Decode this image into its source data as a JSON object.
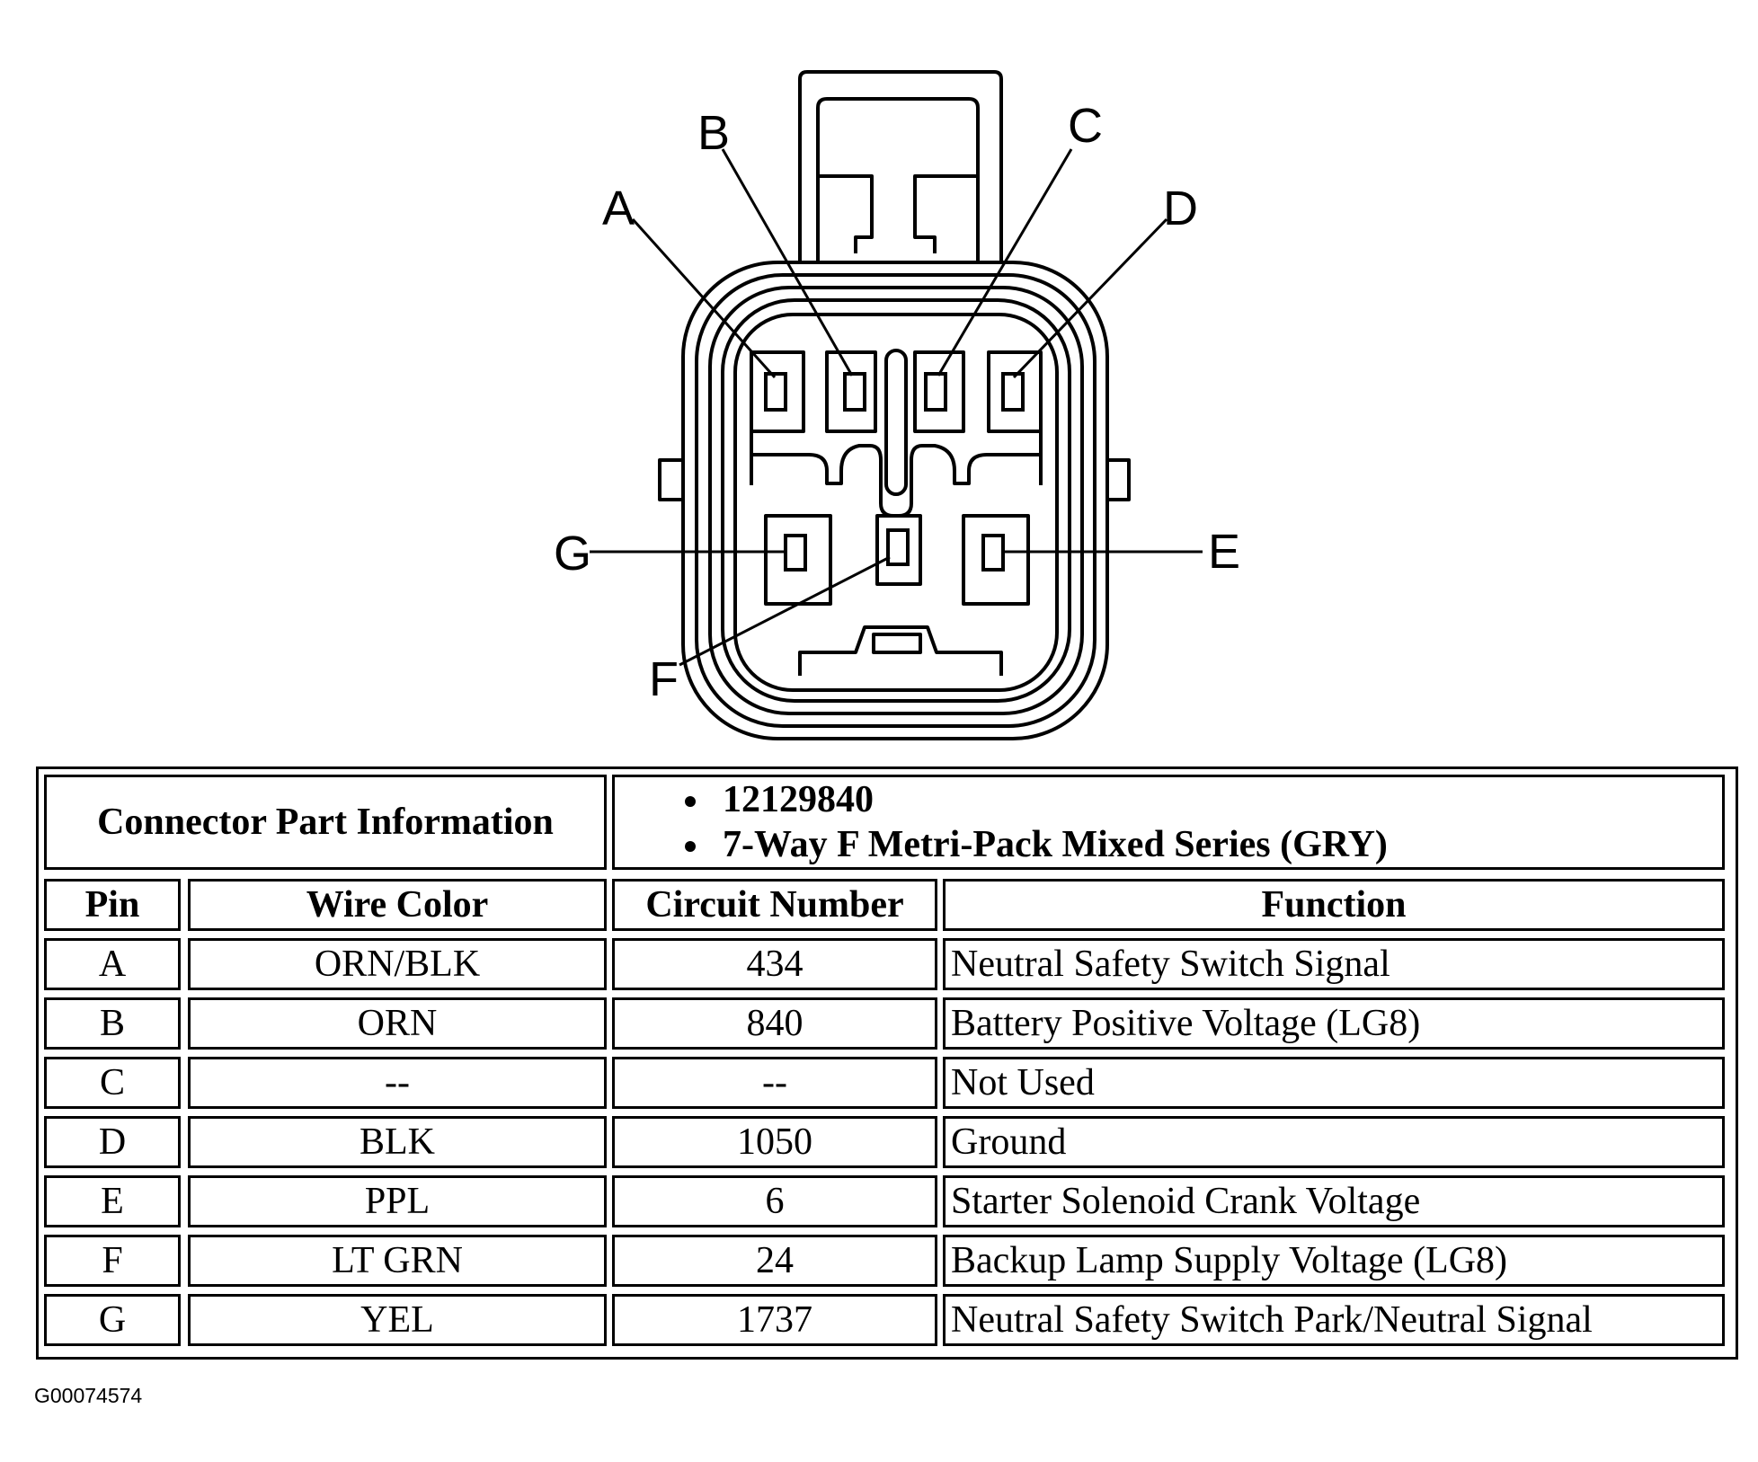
{
  "diagram": {
    "pin_labels": [
      "A",
      "B",
      "C",
      "D",
      "E",
      "F",
      "G"
    ]
  },
  "table": {
    "part_info_label": "Connector Part Information",
    "part_info_lines": [
      "12129840",
      "7-Way F Metri-Pack Mixed Series (GRY)"
    ],
    "headers": [
      "Pin",
      "Wire Color",
      "Circuit Number",
      "Function"
    ],
    "rows": [
      {
        "pin": "A",
        "wire_color": "ORN/BLK",
        "circuit": "434",
        "function": "Neutral Safety Switch Signal"
      },
      {
        "pin": "B",
        "wire_color": "ORN",
        "circuit": "840",
        "function": "Battery Positive Voltage (LG8)"
      },
      {
        "pin": "C",
        "wire_color": "--",
        "circuit": "--",
        "function": "Not Used"
      },
      {
        "pin": "D",
        "wire_color": "BLK",
        "circuit": "1050",
        "function": "Ground"
      },
      {
        "pin": "E",
        "wire_color": "PPL",
        "circuit": "6",
        "function": "Starter Solenoid Crank Voltage"
      },
      {
        "pin": "F",
        "wire_color": "LT GRN",
        "circuit": "24",
        "function": "Backup Lamp Supply Voltage (LG8)"
      },
      {
        "pin": "G",
        "wire_color": "YEL",
        "circuit": "1737",
        "function": "Neutral Safety Switch Park/Neutral Signal"
      }
    ]
  },
  "figure_id": "G00074574"
}
